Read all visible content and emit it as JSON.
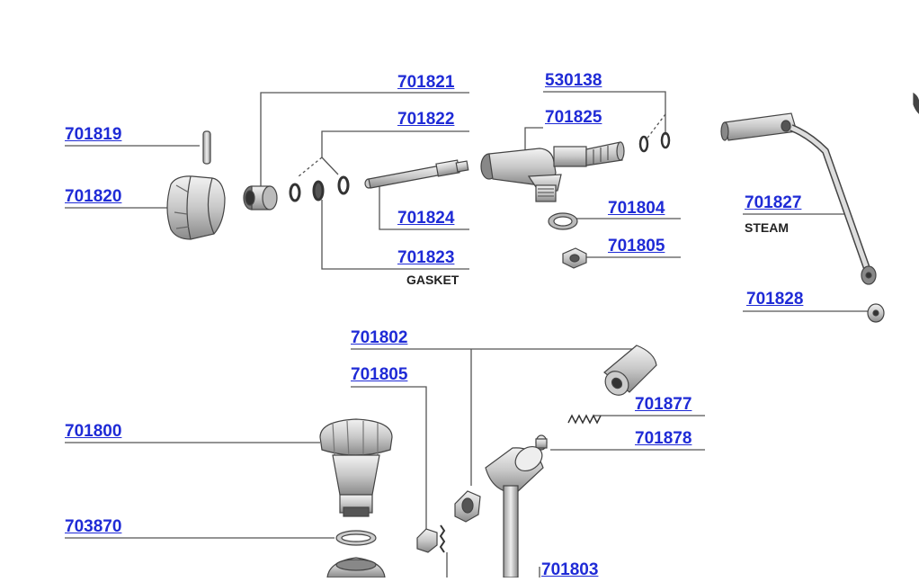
{
  "parts": {
    "p701819": "701819",
    "p701820": "701820",
    "p701821": "701821",
    "p701822": "701822",
    "p701824": "701824",
    "p701823": "701823",
    "p530138": "530138",
    "p701825": "701825",
    "p701804": "701804",
    "p701805a": "701805",
    "p701827": "701827",
    "p701828": "701828",
    "p701802": "701802",
    "p701805b": "701805",
    "p701877": "701877",
    "p701878": "701878",
    "p701800": "701800",
    "p703870": "703870",
    "p701803": "701803"
  },
  "captions": {
    "gasket": "GASKET",
    "steam": "STEAM"
  },
  "colors": {
    "label": "#1f2bd6",
    "line": "#555555",
    "part_fill": "#d9d9d9",
    "part_stroke": "#444444"
  }
}
